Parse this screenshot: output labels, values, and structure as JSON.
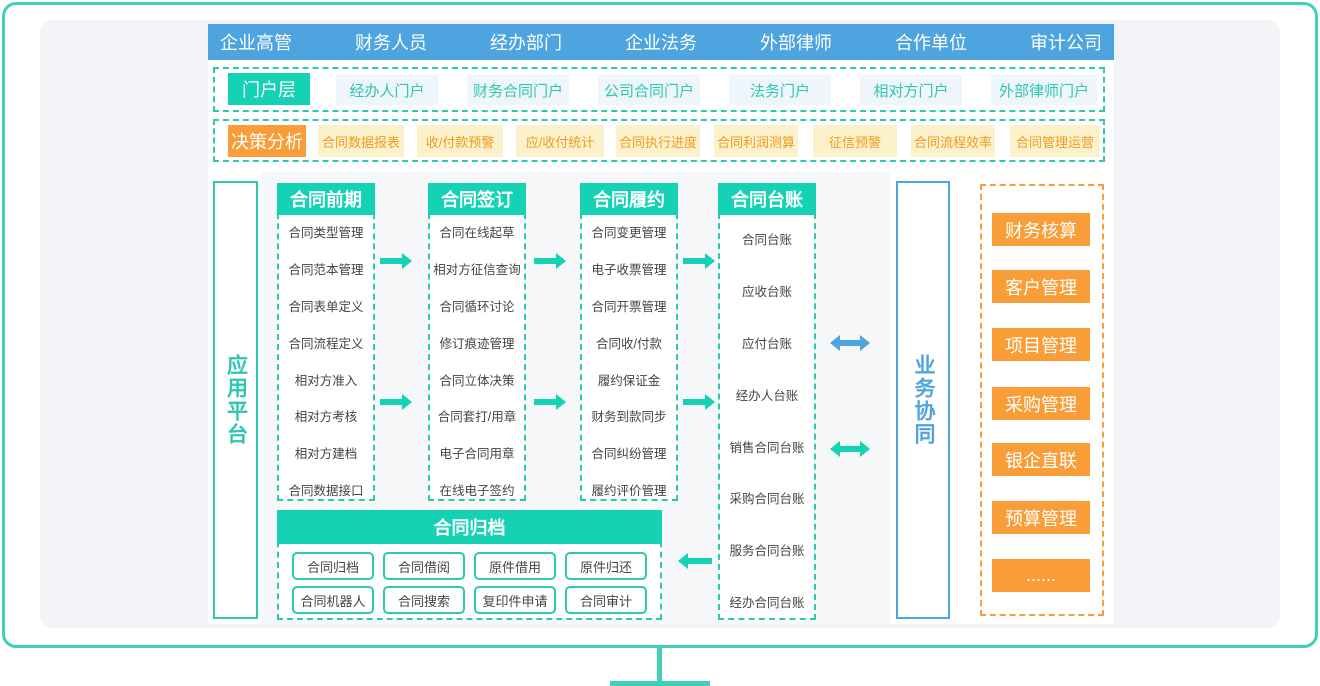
{
  "header": [
    "企业高管",
    "财务人员",
    "经办部门",
    "企业法务",
    "外部律师",
    "合作单位",
    "审计公司"
  ],
  "portal": {
    "label": "门户层",
    "items": [
      "经办人门户",
      "财务合同门户",
      "公司合同门户",
      "法务门户",
      "相对方门户",
      "外部律师门户"
    ]
  },
  "decision": {
    "label": "决策分析",
    "items": [
      "合同数据报表",
      "收/付款预警",
      "应/收付统计",
      "合同执行进度",
      "合同利润测算",
      "征信预警",
      "合同流程效率",
      "合同管理运营"
    ]
  },
  "app_platform": "应用平台",
  "business_collab": "业务协同",
  "columns": [
    {
      "title": "合同前期",
      "items": [
        "合同类型管理",
        "合同范本管理",
        "合同表单定义",
        "合同流程定义",
        "相对方准入",
        "相对方考核",
        "相对方建档",
        "合同数据接口"
      ]
    },
    {
      "title": "合同签订",
      "items": [
        "合同在线起草",
        "相对方征信查询",
        "合同循环讨论",
        "修订痕迹管理",
        "合同立体决策",
        "合同套打/用章",
        "电子合同用章",
        "在线电子签约"
      ]
    },
    {
      "title": "合同履约",
      "items": [
        "合同变更管理",
        "电子收票管理",
        "合同开票管理",
        "合同收/付款",
        "履约保证金",
        "财务到款同步",
        "合同纠纷管理",
        "履约评价管理"
      ]
    },
    {
      "title": "合同台账",
      "items": [
        "合同台账",
        "应收台账",
        "应付台账",
        "经办人台账",
        "销售合同台账",
        "采购合同台账",
        "服务合同台账",
        "经办合同台账"
      ]
    }
  ],
  "archive": {
    "title": "合同归档",
    "items": [
      "合同归档",
      "合同借阅",
      "原件借用",
      "原件归还",
      "合同机器人",
      "合同搜索",
      "复印件申请",
      "合同审计"
    ]
  },
  "modules": [
    "财务核算",
    "客户管理",
    "项目管理",
    "采购管理",
    "银企直联",
    "预算管理",
    "......"
  ],
  "colors": {
    "teal": "#15d2b4",
    "blue": "#4da4de",
    "orange": "#f99d38"
  }
}
